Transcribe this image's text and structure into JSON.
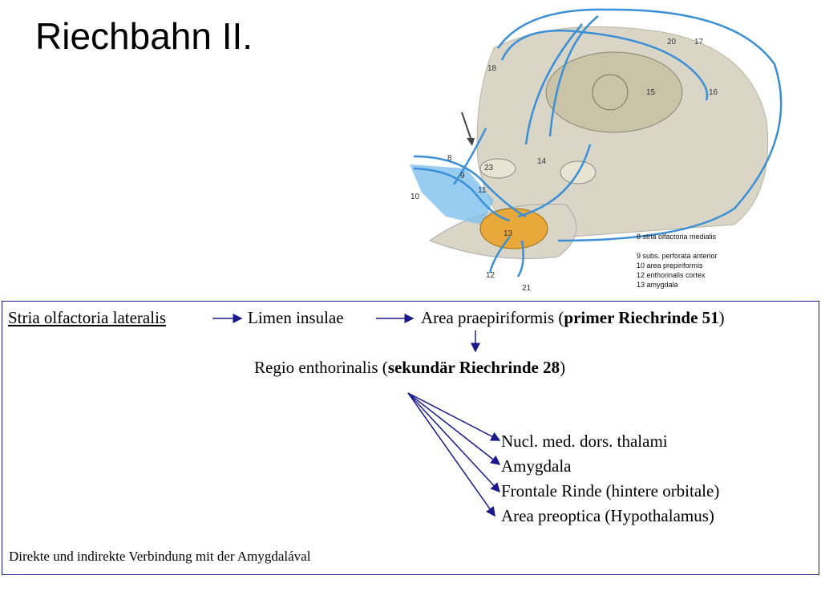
{
  "title": "Riechbahn II.",
  "figure": {
    "numbers": [
      "18",
      "20",
      "17",
      "15",
      "16",
      "8",
      "9",
      "10",
      "23",
      "14",
      "11",
      "13",
      "12",
      "21"
    ],
    "legend": [
      "8 stria olfactoria medialis",
      "9 subs. perforata anterior",
      "10 area prepiriformis",
      "12 enthorinalis cortex",
      "13 amygdala"
    ],
    "colors": {
      "outline": "#3a8fd6",
      "brain": "#d9d6c8",
      "amygdala": "#e8a83a",
      "blue_region": "#7ec0ee"
    }
  },
  "pathway": {
    "start": "Stria  olfactoria lateralis",
    "step2": "Limen insulae",
    "step3_name": "Area praepiriformis (",
    "step3_bold": "primer Riechrinde 51",
    "step3_close": ")",
    "step4_name": "Regio enthorinalis  (",
    "step4_bold": "sekundär Riechrinde 28",
    "step4_close": ")"
  },
  "targets": [
    "Nucl. med. dors. thalami",
    "Amygdala",
    "Frontale Rinde (hintere orbitale)",
    "Area preoptica (Hypothalamus)"
  ],
  "footer": "Direkte und indirekte Verbindung mit der Amygdalával"
}
